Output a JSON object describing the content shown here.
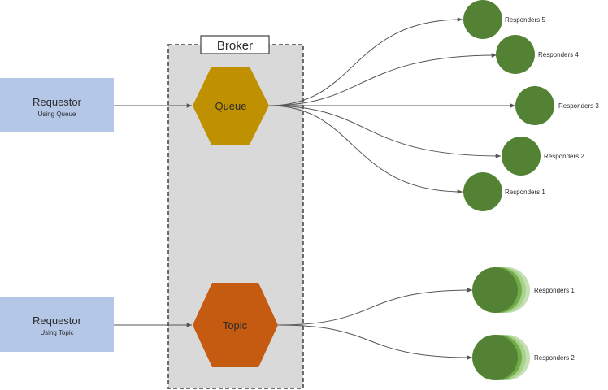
{
  "colors": {
    "requestor_fill": "#b4c7e7",
    "broker_fill": "#d9d9d9",
    "broker_border": "#404040",
    "queue_fill": "#bf9000",
    "topic_fill": "#c55a11",
    "responder_fill": "#548235",
    "responder_shadow": "#a9d18e",
    "connector": "#555555"
  },
  "broker": {
    "label": "Broker"
  },
  "requestors": [
    {
      "title": "Requestor",
      "subtitle": "Using Queue"
    },
    {
      "title": "Requestor",
      "subtitle": "Using Topic"
    }
  ],
  "queue": {
    "label": "Queue"
  },
  "topic": {
    "label": "Topic"
  },
  "queue_responders": [
    {
      "label": "Responders 5"
    },
    {
      "label": "Responders 4"
    },
    {
      "label": "Responders 3"
    },
    {
      "label": "Responders 2"
    },
    {
      "label": "Responders 1"
    }
  ],
  "topic_responders": [
    {
      "label": "Responders 1"
    },
    {
      "label": "Responders 2"
    }
  ]
}
